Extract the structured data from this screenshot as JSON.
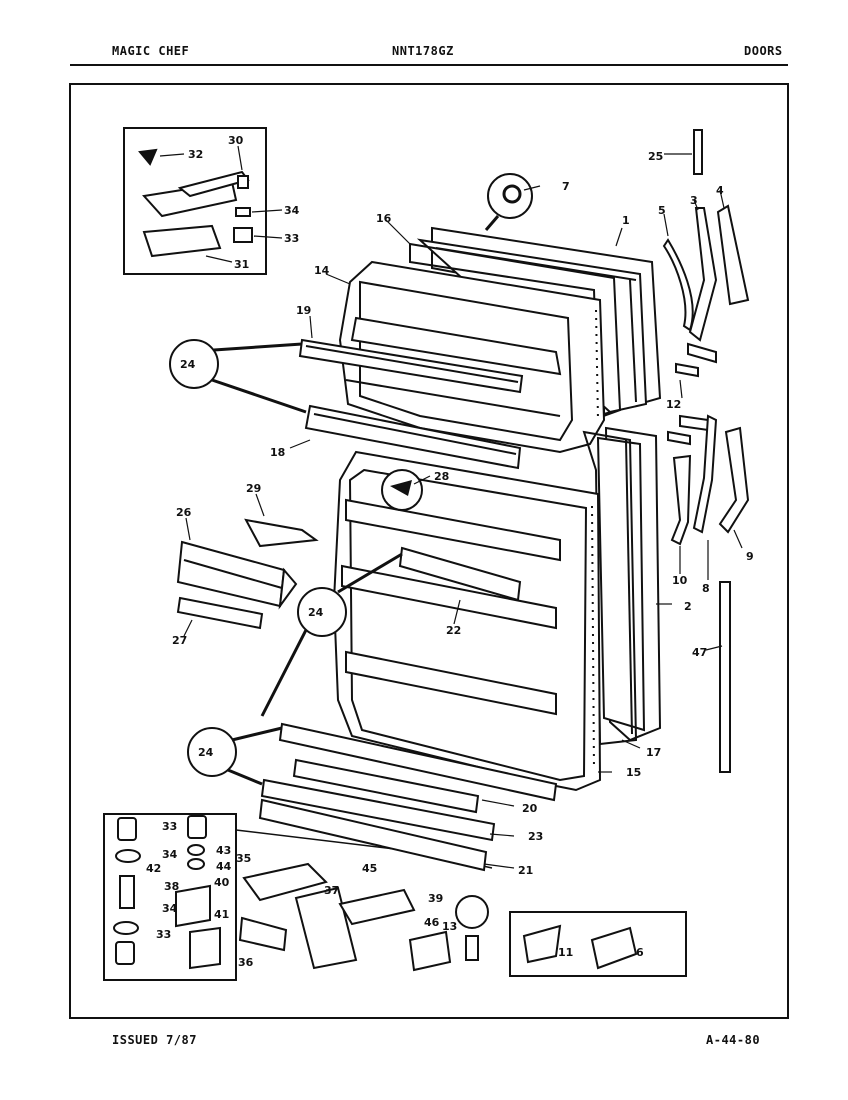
{
  "header": {
    "brand": "MAGIC CHEF",
    "model": "NNT178GZ",
    "section": "DOORS"
  },
  "footer": {
    "issued": "ISSUED 7/87",
    "page_code": "A-44-80"
  },
  "callouts": {
    "c1": "1",
    "c2": "2",
    "c3": "3",
    "c4": "4",
    "c5": "5",
    "c6": "6",
    "c7": "7",
    "c8": "8",
    "c9": "9",
    "c10": "10",
    "c11": "11",
    "c12": "12",
    "c13": "13",
    "c14": "14",
    "c15": "15",
    "c16": "16",
    "c17": "17",
    "c18": "18",
    "c19": "19",
    "c20": "20",
    "c21": "21",
    "c22": "22",
    "c23": "23",
    "c24": "24",
    "c25": "25",
    "c26": "26",
    "c27": "27",
    "c28": "28",
    "c29": "29",
    "c30": "30",
    "c31": "31",
    "c32": "32",
    "c33": "33",
    "c34": "34",
    "c35": "35",
    "c36": "36",
    "c37": "37",
    "c38": "38",
    "c39": "39",
    "c40": "40",
    "c41": "41",
    "c42": "42",
    "c43": "43",
    "c44": "44",
    "c45": "45",
    "c46": "46",
    "c47": "47"
  }
}
